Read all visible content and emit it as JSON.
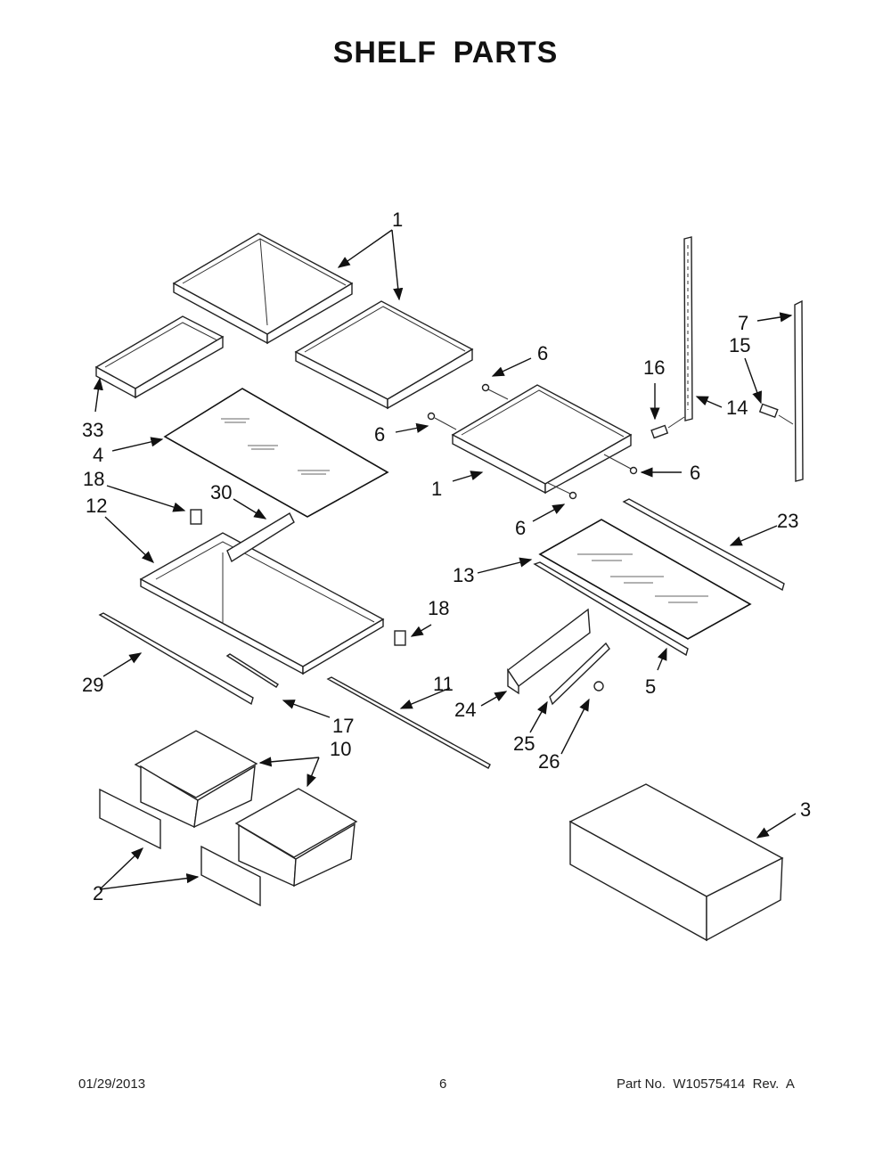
{
  "page": {
    "title": "SHELF PARTS",
    "footer": {
      "date": "01/29/2013",
      "page_number": "6",
      "part_number": "Part No.  W10575414  Rev.  A"
    }
  },
  "callouts": [
    {
      "id": "c1a",
      "label": "1"
    },
    {
      "id": "c1b",
      "label": "1"
    },
    {
      "id": "c33",
      "label": "33"
    },
    {
      "id": "c4",
      "label": "4"
    },
    {
      "id": "c18a",
      "label": "18"
    },
    {
      "id": "c30",
      "label": "30"
    },
    {
      "id": "c12",
      "label": "12"
    },
    {
      "id": "c6a",
      "label": "6"
    },
    {
      "id": "c6b",
      "label": "6"
    },
    {
      "id": "c6c",
      "label": "6"
    },
    {
      "id": "c6d",
      "label": "6"
    },
    {
      "id": "c16",
      "label": "16"
    },
    {
      "id": "c14",
      "label": "14"
    },
    {
      "id": "c7",
      "label": "7"
    },
    {
      "id": "c15",
      "label": "15"
    },
    {
      "id": "c23",
      "label": "23"
    },
    {
      "id": "c13",
      "label": "13"
    },
    {
      "id": "c18b",
      "label": "18"
    },
    {
      "id": "c5",
      "label": "5"
    },
    {
      "id": "c29",
      "label": "29"
    },
    {
      "id": "c17",
      "label": "17"
    },
    {
      "id": "c11",
      "label": "11"
    },
    {
      "id": "c24",
      "label": "24"
    },
    {
      "id": "c25",
      "label": "25"
    },
    {
      "id": "c26",
      "label": "26"
    },
    {
      "id": "c10",
      "label": "10"
    },
    {
      "id": "c3",
      "label": "3"
    },
    {
      "id": "c2",
      "label": "2"
    }
  ]
}
